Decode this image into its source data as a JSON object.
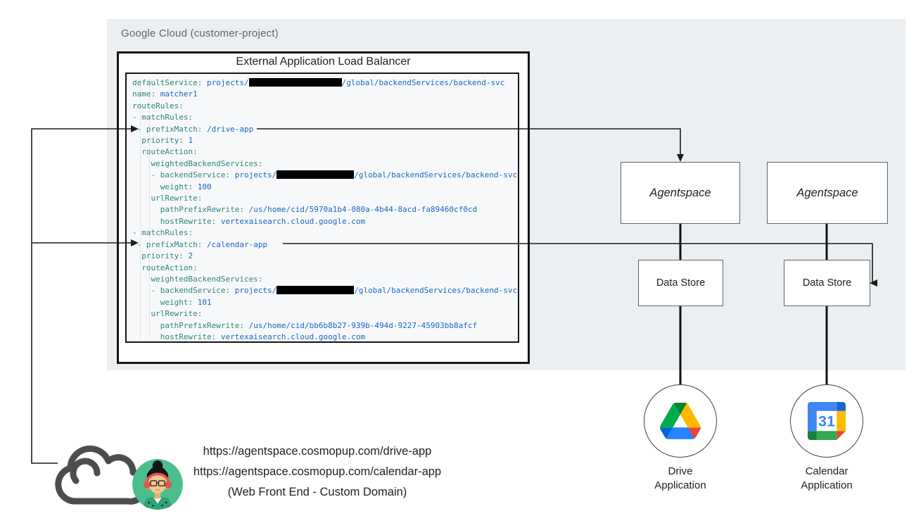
{
  "gcp": {
    "label": "Google Cloud (customer-project)"
  },
  "load_balancer": {
    "title": "External Application Load Balancer",
    "code_lines": [
      [
        {
          "c": "k",
          "t": "defaultService:"
        },
        {
          "c": "v",
          "t": " projects/"
        },
        {
          "r": 132
        },
        {
          "c": "v",
          "t": "/global/backendServices/backend-svc"
        }
      ],
      [
        {
          "c": "k",
          "t": "name:"
        },
        {
          "c": "v",
          "t": " matcher1"
        }
      ],
      [
        {
          "c": "k",
          "t": "routeRules:"
        }
      ],
      [
        {
          "c": "k",
          "t": "- matchRules:"
        }
      ],
      [
        {
          "c": "k",
          "t": " - prefixMatch:"
        },
        {
          "c": "v",
          "t": " /drive-app"
        }
      ],
      [
        {
          "c": "k",
          "t": "  priority:"
        },
        {
          "c": "v",
          "t": " 1"
        }
      ],
      [
        {
          "c": "k",
          "t": "  routeAction:"
        }
      ],
      [
        {
          "c": "k",
          "t": "    weightedBackendServices:"
        }
      ],
      [
        {
          "c": "k",
          "t": "    - backendService:"
        },
        {
          "c": "v",
          "t": " projects/"
        },
        {
          "r": 110
        },
        {
          "c": "v",
          "t": "/global/backendServices/backend-svc"
        }
      ],
      [
        {
          "c": "k",
          "t": "      weight:"
        },
        {
          "c": "v",
          "t": " 100"
        }
      ],
      [
        {
          "c": "k",
          "t": "    urlRewrite:"
        }
      ],
      [
        {
          "c": "k",
          "t": "      pathPrefixRewrite:"
        },
        {
          "c": "v",
          "t": " /us/home/cid/5970a1b4-080a-4b44-8acd-fa89460cf0cd"
        }
      ],
      [
        {
          "c": "k",
          "t": "      hostRewrite:"
        },
        {
          "c": "v",
          "t": " vertexaisearch.cloud.google.com"
        }
      ],
      [
        {
          "c": "k",
          "t": "- matchRules:"
        }
      ],
      [
        {
          "c": "k",
          "t": " - prefixMatch:"
        },
        {
          "c": "v",
          "t": " /calendar-app"
        }
      ],
      [
        {
          "c": "k",
          "t": "  priority:"
        },
        {
          "c": "v",
          "t": " 2"
        }
      ],
      [
        {
          "c": "k",
          "t": "  routeAction:"
        }
      ],
      [
        {
          "c": "k",
          "t": "    weightedBackendServices:"
        }
      ],
      [
        {
          "c": "k",
          "t": "    - backendService:"
        },
        {
          "c": "v",
          "t": " projects/"
        },
        {
          "r": 110
        },
        {
          "c": "v",
          "t": "/global/backendServices/backend-svc"
        }
      ],
      [
        {
          "c": "k",
          "t": "      weight:"
        },
        {
          "c": "v",
          "t": " 101"
        }
      ],
      [
        {
          "c": "k",
          "t": "    urlRewrite:"
        }
      ],
      [
        {
          "c": "k",
          "t": "      pathPrefixRewrite:"
        },
        {
          "c": "v",
          "t": " /us/home/cid/bb6b8b27-939b-494d-9227-45903bb8afcf"
        }
      ],
      [
        {
          "c": "k",
          "t": "      hostRewrite:"
        },
        {
          "c": "v",
          "t": " vertexaisearch.cloud.google.com"
        }
      ]
    ]
  },
  "boxes": {
    "agentspace_left": "Agentspace",
    "agentspace_right": "Agentspace",
    "datastore_left": "Data Store",
    "datastore_right": "Data Store"
  },
  "apps": {
    "drive": {
      "label": "Drive\nApplication"
    },
    "calendar": {
      "label": "Calendar\nApplication",
      "day": "31"
    }
  },
  "frontend": {
    "url_drive": "https://agentspace.cosmopup.com/drive-app",
    "url_calendar": "https://agentspace.cosmopup.com/calendar-app",
    "caption": "(Web Front End - Custom Domain)"
  },
  "colors": {
    "panel_bg": "#ECEFF1",
    "yaml_key": "#2E857B",
    "yaml_value": "#1A66C8",
    "line": "#1b1b1b",
    "label_gray": "#5f6368",
    "drive_blue": "#2684fc",
    "drive_green": "#00ac47",
    "drive_yellow": "#ffba00",
    "drive_red": "#ea4335",
    "calendar_blue": "#4285f4",
    "avatar_bg_green": "#4CBE8D",
    "headphone_red": "#E8554D",
    "cloud_gray": "#4d4d4d"
  }
}
